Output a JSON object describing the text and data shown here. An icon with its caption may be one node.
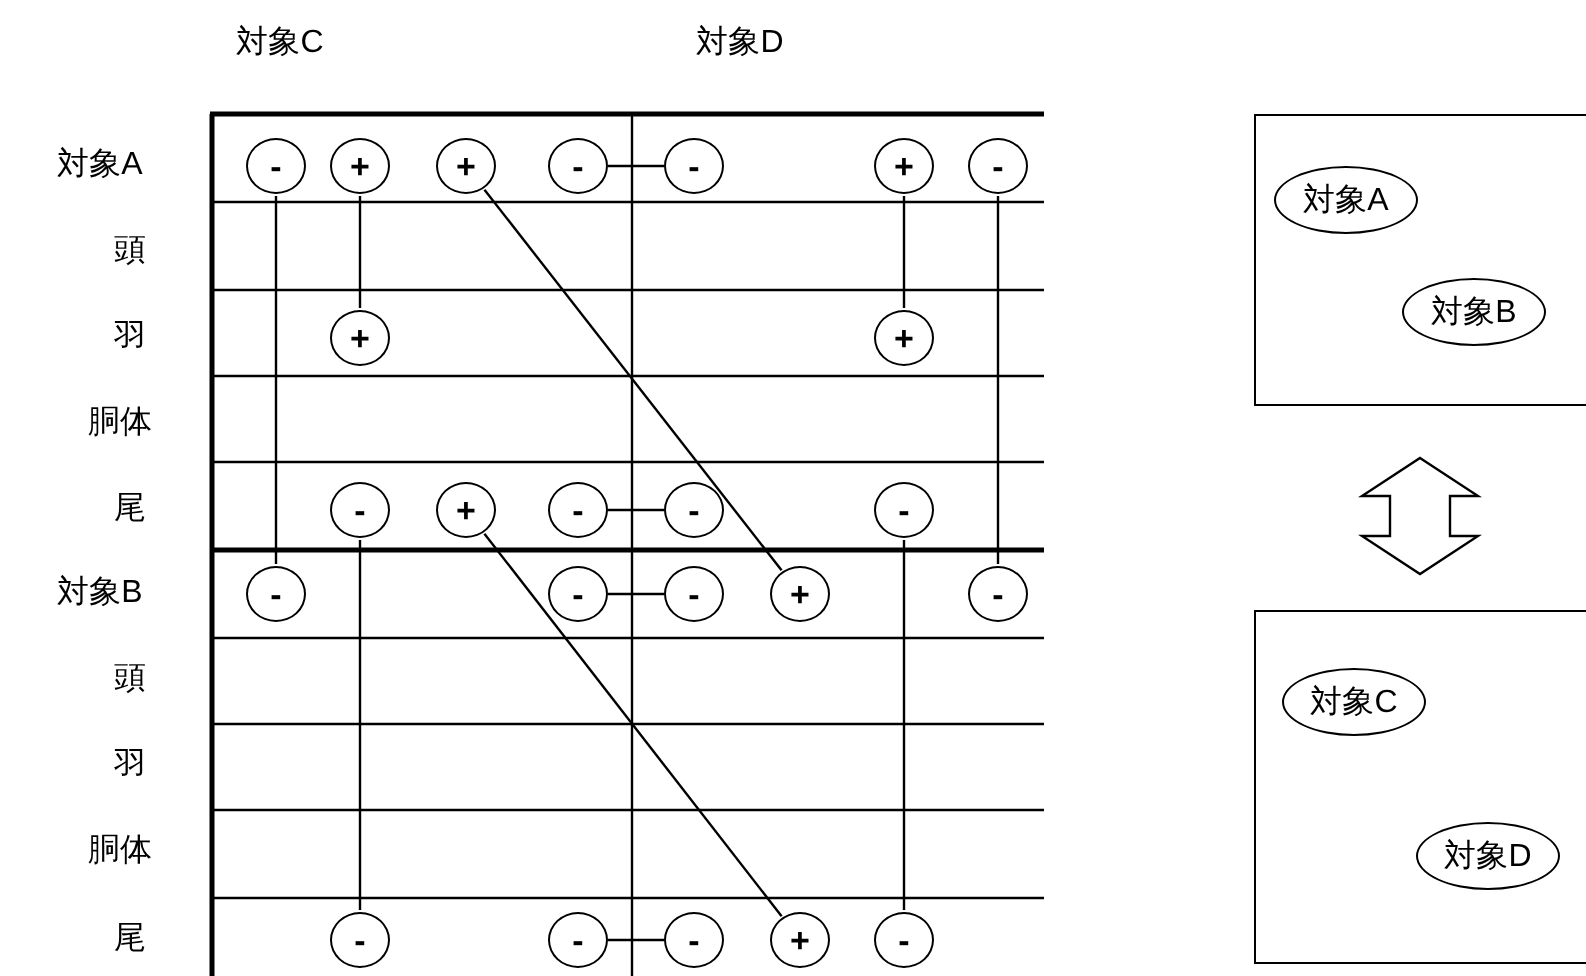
{
  "diagram": {
    "nodes": [
      {
        "text": [],
        "shape": "box"
      },
      {
        "text": [
          "対象A"
        ],
        "in": 0
      },
      {
        "text": [
          "対象B"
        ],
        "in": 0
      },
      {
        "text": [],
        "shape": "box"
      },
      {
        "text": [
          "対象C"
        ],
        "in": 3
      },
      {
        "text": [
          "対象D"
        ],
        "in": 3
      },
      {
        "text": [
          "-"
        ]
      },
      {
        "text": [
          "+"
        ]
      },
      {
        "text": [
          "+"
        ]
      },
      {
        "text": [
          "-"
        ]
      },
      {
        "text": [
          "-"
        ]
      },
      {
        "text": [
          "+"
        ]
      },
      {
        "text": [
          "-"
        ]
      },
      {
        "text": [
          "+"
        ]
      },
      {
        "text": [
          "+"
        ]
      },
      {
        "text": [
          "-"
        ]
      },
      {
        "text": [
          "+"
        ]
      },
      {
        "text": [
          "-"
        ]
      },
      {
        "text": [
          "-"
        ]
      },
      {
        "text": [
          "-"
        ]
      },
      {
        "text": [
          "-"
        ]
      },
      {
        "text": [
          "-"
        ]
      },
      {
        "text": [
          "-"
        ]
      },
      {
        "text": [
          "+"
        ]
      },
      {
        "text": [
          "-"
        ]
      },
      {
        "text": [
          "-"
        ]
      },
      {
        "text": [
          "-"
        ]
      },
      {
        "text": [
          "-"
        ]
      },
      {
        "text": [
          "+"
        ]
      },
      {
        "text": [
          "-"
        ]
      }
    ],
    "edges": [
      {
        "from": 0,
        "to": 3,
        "arrow": "both"
      },
      {
        "from": 6,
        "to": 20,
        "arrow": "none"
      },
      {
        "from": 7,
        "to": 13,
        "arrow": "none"
      },
      {
        "from": 8,
        "to": 23,
        "arrow": "none"
      },
      {
        "from": 9,
        "to": 10,
        "arrow": "none"
      },
      {
        "from": 11,
        "to": 14,
        "arrow": "none"
      },
      {
        "from": 12,
        "to": 24,
        "arrow": "none"
      },
      {
        "from": 15,
        "to": 25,
        "arrow": "none"
      },
      {
        "from": 16,
        "to": 28,
        "arrow": "none"
      },
      {
        "from": 17,
        "to": 18,
        "arrow": "none"
      },
      {
        "from": 19,
        "to": 29,
        "arrow": "none"
      },
      {
        "from": 21,
        "to": 22,
        "arrow": "none"
      },
      {
        "from": 26,
        "to": 27,
        "arrow": "none"
      }
    ],
    "labels": [
      "対象C",
      "対象D",
      "対象A",
      "頭",
      "羽",
      "胴体",
      "尾",
      "対象B",
      "頭",
      "羽",
      "胴体",
      "尾"
    ]
  }
}
